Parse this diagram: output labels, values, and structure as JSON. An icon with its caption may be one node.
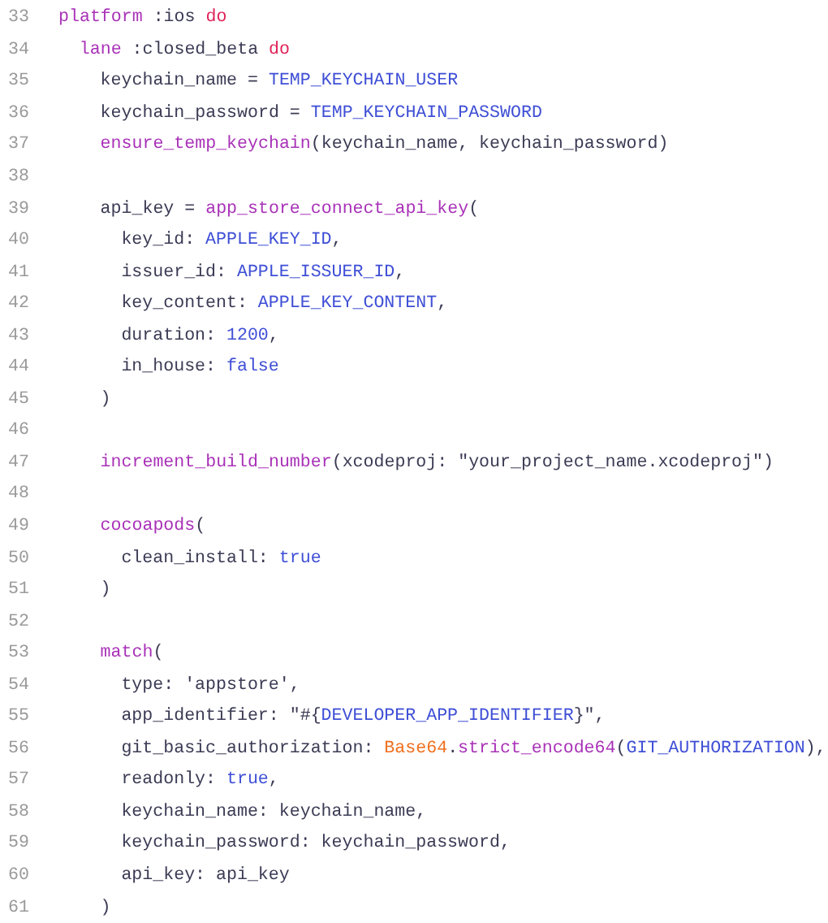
{
  "diagram": {
    "labels": [
      "33",
      "platform :ios do",
      "34",
      "lane :closed_beta do",
      "35",
      "keychain_name = TEMP_KEYCHAIN_USER",
      "36",
      "keychain_password = TEMP_KEYCHAIN_PASSWORD",
      "37",
      "ensure_temp_keychain(keychain_name, keychain_password)",
      "38",
      "39",
      "api_key = app_store_connect_api_key(",
      "40",
      "key_id: APPLE_KEY_ID,",
      "41",
      "issuer_id: APPLE_ISSUER_ID,",
      "42",
      "key_content: APPLE_KEY_CONTENT,",
      "43",
      "duration: 1200,",
      "44",
      "in_house: false",
      "45",
      ")",
      "46",
      "47",
      "increment_build_number(xcodeproj: \"your_project_name.xcodeproj\")",
      "48",
      "49",
      "cocoapods(",
      "50",
      "clean_install: true",
      "51",
      ")",
      "52",
      "53",
      "match(",
      "54",
      "type: 'appstore',",
      "55",
      "app_identifier: \"#{DEVELOPER_APP_IDENTIFIER}\",",
      "56",
      "git_basic_authorization: Base64.strict_encode64(GIT_AUTHORIZATION),",
      "57",
      "readonly: true,",
      "58",
      "keychain_name: keychain_name,",
      "59",
      "keychain_password: keychain_password,",
      "60",
      "api_key: api_key",
      "61",
      ")"
    ]
  }
}
